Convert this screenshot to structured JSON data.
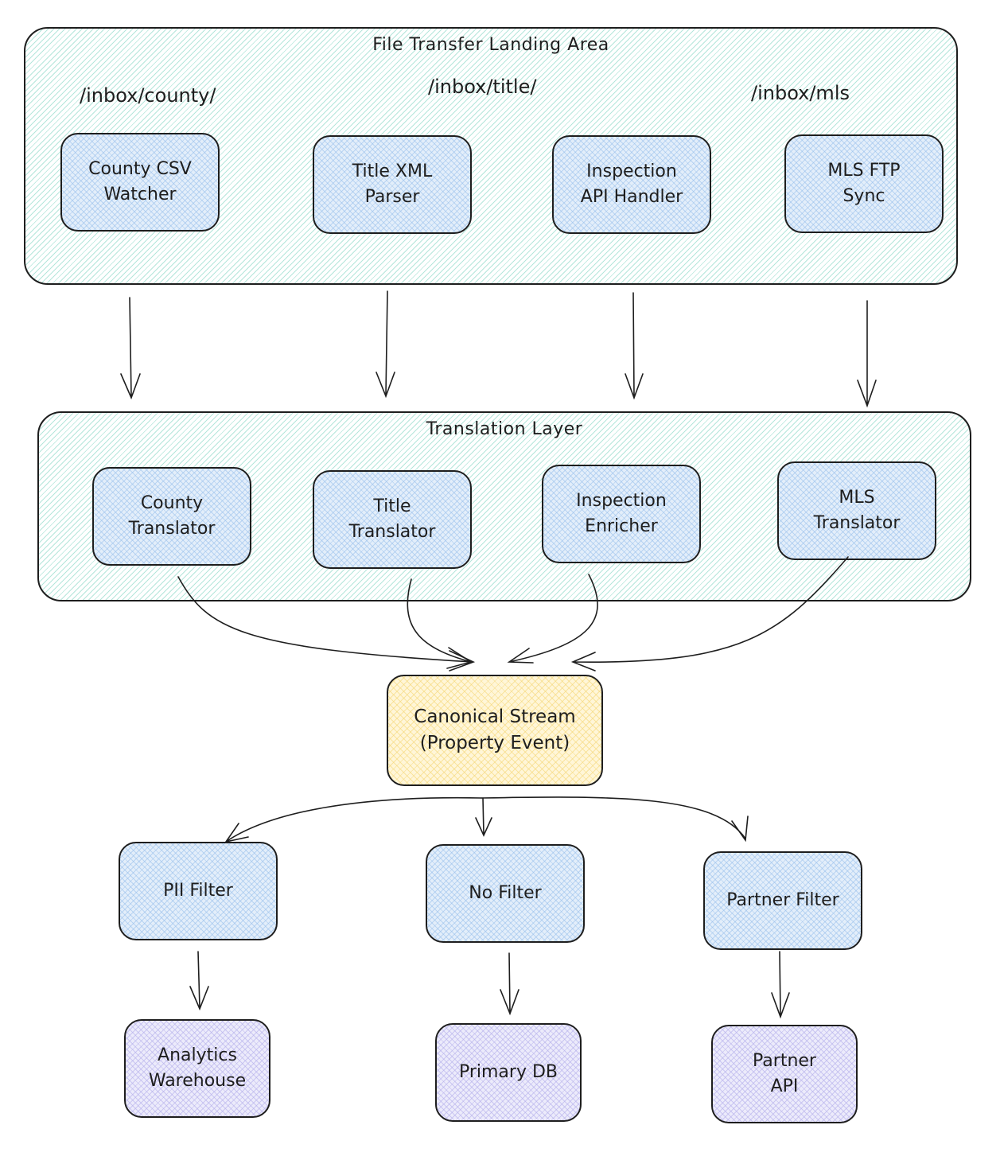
{
  "groups": {
    "landing": {
      "title": "File Transfer Landing Area",
      "paths": [
        "/inbox/county/",
        "/inbox/title/",
        "/inbox/mls"
      ],
      "nodes": [
        "County CSV\nWatcher",
        "Title XML\nParser",
        "Inspection\nAPI Handler",
        "MLS FTP\nSync"
      ]
    },
    "translation": {
      "title": "Translation Layer",
      "nodes": [
        "County\nTranslator",
        "Title\nTranslator",
        "Inspection\nEnricher",
        "MLS\nTranslator"
      ]
    }
  },
  "canonical": {
    "label": "Canonical Stream\n(Property Event)"
  },
  "filters": [
    "PII Filter",
    "No Filter",
    "Partner Filter"
  ],
  "sinks": [
    "Analytics\nWarehouse",
    "Primary DB",
    "Partner\nAPI"
  ],
  "colors": {
    "stroke": "#1e1e1e",
    "group_fill": "#b2f2e4",
    "process_fill": "#a5d8ff",
    "canonical_fill": "#ffec99",
    "sink_fill": "#d0bfff"
  }
}
